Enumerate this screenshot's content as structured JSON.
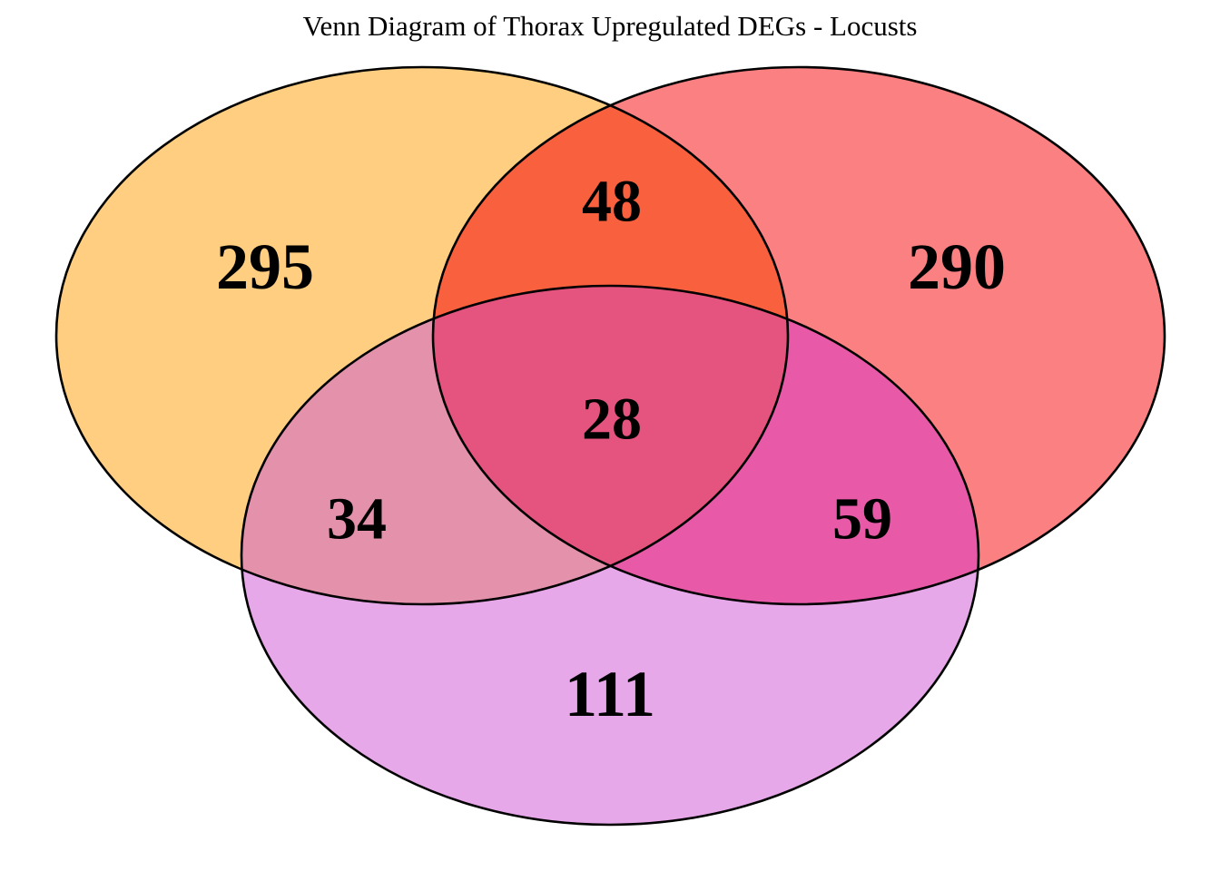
{
  "title": "Venn Diagram of Thorax Upregulated DEGs - Locusts",
  "chart_data": {
    "type": "venn",
    "title": "Venn Diagram of Thorax Upregulated DEGs - Locusts",
    "sets": [
      {
        "id": "A",
        "position": "top-left",
        "color": "#FFCE80"
      },
      {
        "id": "B",
        "position": "top-right",
        "color": "#FA8082"
      },
      {
        "id": "C",
        "position": "bottom",
        "color": "#E6A8E8"
      }
    ],
    "regions": [
      {
        "id": "A_only",
        "label": "295",
        "value": 295,
        "color": "#FFCE80"
      },
      {
        "id": "B_only",
        "label": "290",
        "value": 290,
        "color": "#FA8082"
      },
      {
        "id": "C_only",
        "label": "111",
        "value": 111,
        "color": "#E6A8E8"
      },
      {
        "id": "A_B",
        "label": "48",
        "value": 48,
        "color": "#F9603E"
      },
      {
        "id": "A_C",
        "label": "34",
        "value": 34,
        "color": "#E492AC"
      },
      {
        "id": "B_C",
        "label": "59",
        "value": 59,
        "color": "#E85AA8"
      },
      {
        "id": "A_B_C",
        "label": "28",
        "value": 28,
        "color": "#E4547E"
      }
    ],
    "counts": {
      "a_only": "295",
      "b_only": "290",
      "c_only": "111",
      "ab": "48",
      "ac": "34",
      "bc": "59",
      "abc": "28"
    },
    "background": "#FFFFFF",
    "stroke_color": "#000000",
    "legend": "none",
    "grid": false
  }
}
